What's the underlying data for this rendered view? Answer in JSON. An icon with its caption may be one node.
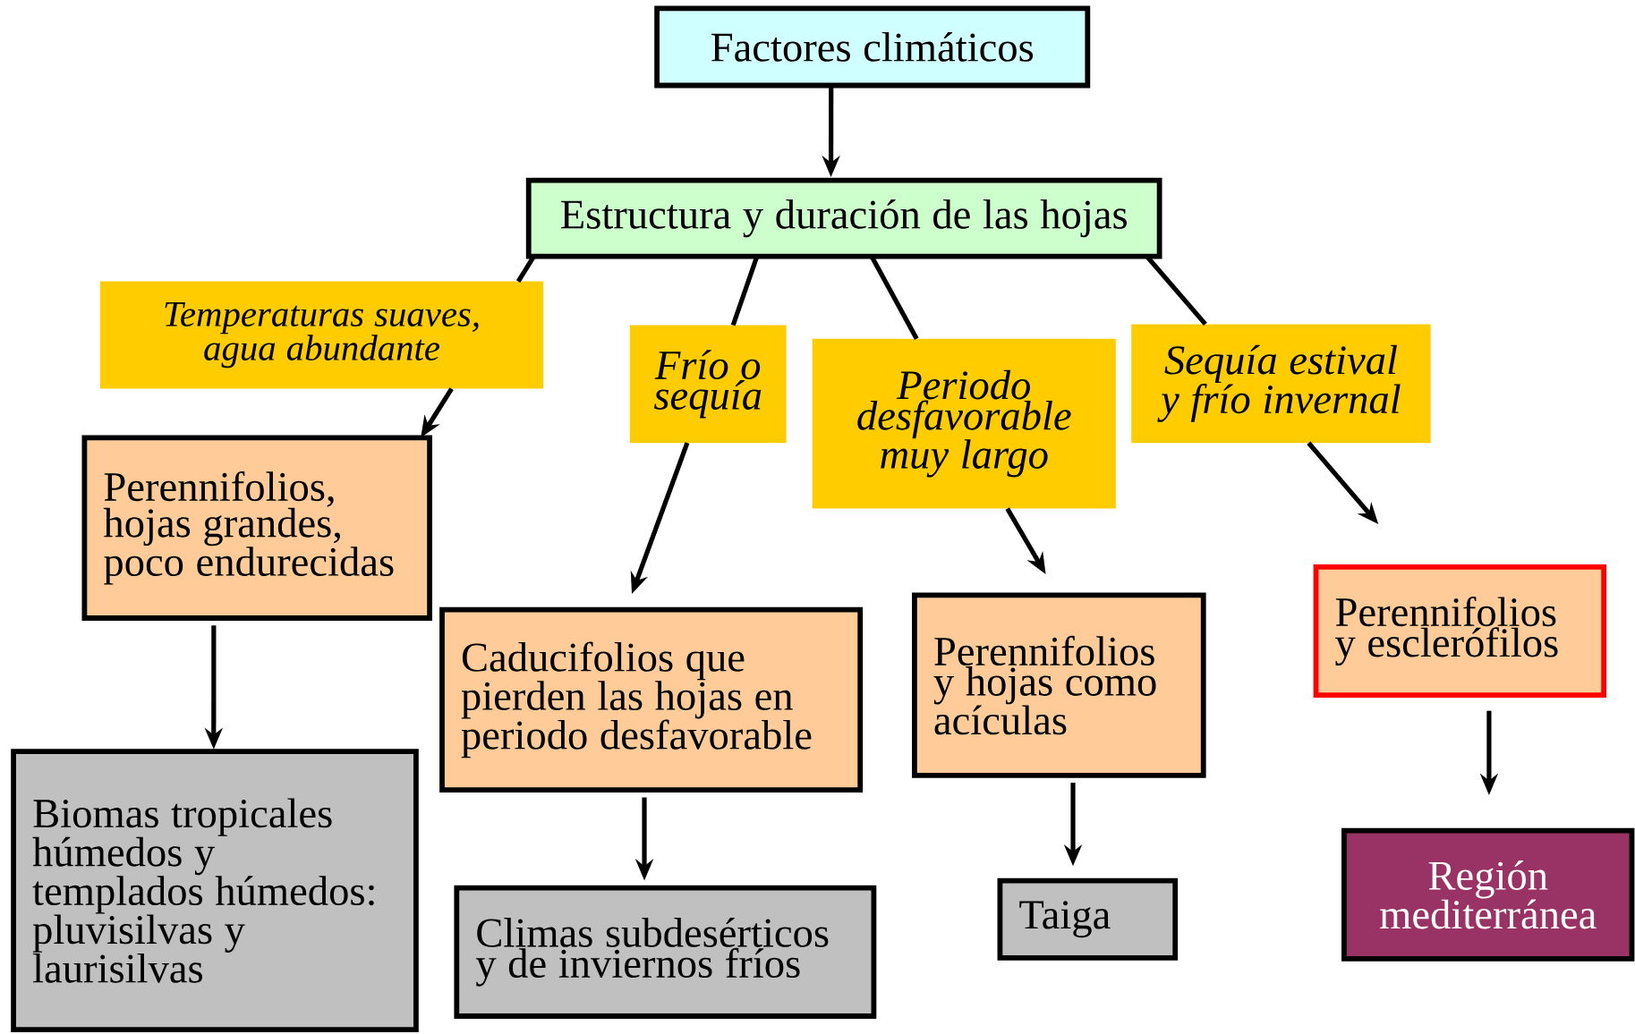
{
  "diagram": {
    "nodes": [
      {
        "text": [
          "Factores climáticos"
        ]
      },
      {
        "text": [
          "Estructura y duración de las hojas"
        ]
      },
      {
        "text": [
          "Temperaturas suaves, agua abundante"
        ]
      },
      {
        "text": [
          "Frío o sequía"
        ]
      },
      {
        "text": [
          "Periodo desfavorable muy largo"
        ]
      },
      {
        "text": [
          "Sequía estival y frío invernal"
        ]
      },
      {
        "text": [
          "Perennifolios, hojas grandes, poco endurecidas"
        ]
      },
      {
        "text": [
          "Caducifolios que pierden las hojas en periodo desfavorable"
        ]
      },
      {
        "text": [
          "Perennifolios y hojas como acículas"
        ]
      },
      {
        "text": [
          "Perennifolios y esclerófilos"
        ]
      },
      {
        "text": [
          "Biomas tropicales húmedos y templados húmedos: pluvisilvas y laurisilvas"
        ]
      },
      {
        "text": [
          "Climas subdesérticos y de inviernos fríos"
        ]
      },
      {
        "text": [
          "Taiga"
        ]
      },
      {
        "text": [
          "Región mediterránea"
        ]
      }
    ],
    "edges": [
      {
        "from": 0,
        "to": 1,
        "arrow": "to"
      },
      {
        "from": 1,
        "to": 2,
        "arrow": "none"
      },
      {
        "from": 2,
        "to": 6,
        "arrow": "to"
      },
      {
        "from": 1,
        "to": 3,
        "arrow": "none"
      },
      {
        "from": 3,
        "to": 7,
        "arrow": "to"
      },
      {
        "from": 1,
        "to": 4,
        "arrow": "none"
      },
      {
        "from": 4,
        "to": 8,
        "arrow": "to"
      },
      {
        "from": 1,
        "to": 5,
        "arrow": "none"
      },
      {
        "from": 5,
        "to": 9,
        "arrow": "to"
      },
      {
        "from": 6,
        "to": 10,
        "arrow": "to"
      },
      {
        "from": 7,
        "to": 11,
        "arrow": "to"
      },
      {
        "from": 8,
        "to": 12,
        "arrow": "to"
      },
      {
        "from": 9,
        "to": 13,
        "arrow": "to"
      }
    ]
  }
}
